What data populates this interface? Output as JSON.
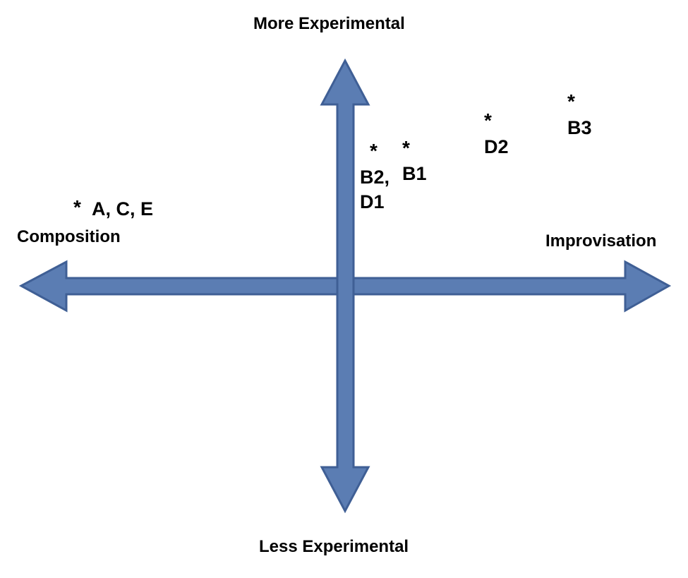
{
  "axes": {
    "top": "More Experimental",
    "bottom": "Less Experimental",
    "left": "Composition",
    "right": "Improvisation"
  },
  "points": [
    {
      "marker": "*",
      "label": "A, C, E"
    },
    {
      "marker": "*",
      "label_line1": "B2,",
      "label_line2": "D1"
    },
    {
      "marker": "*",
      "label": "B1"
    },
    {
      "marker": "*",
      "label": "D2"
    },
    {
      "marker": "*",
      "label": "B3"
    }
  ],
  "colors": {
    "arrow_fill": "#5B7DB3",
    "arrow_stroke": "#3F5F95",
    "text": "#000000"
  }
}
